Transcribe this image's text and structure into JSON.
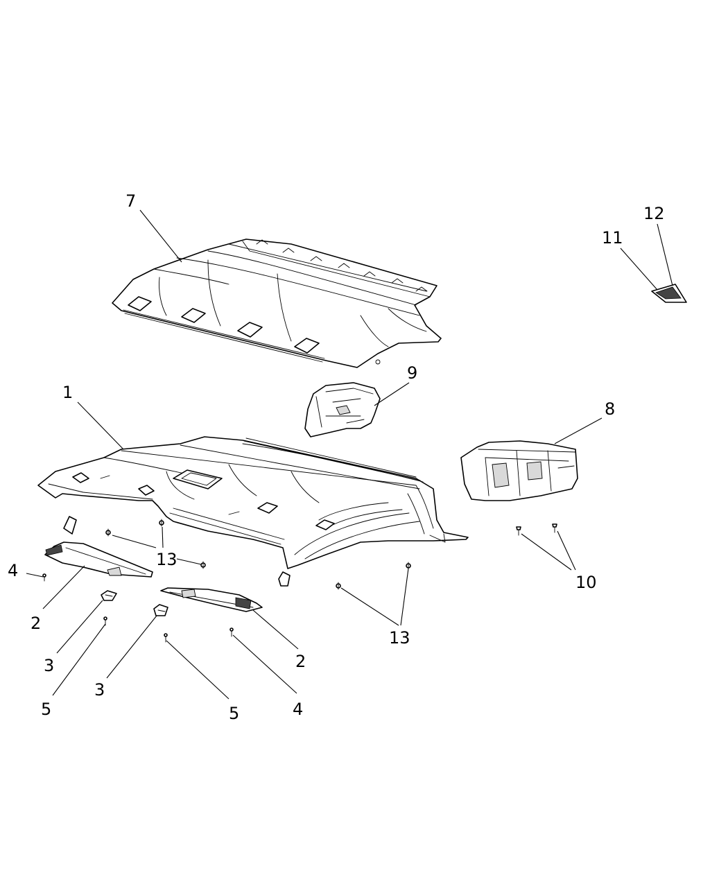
{
  "callouts": {
    "c1": "1",
    "c2a": "2",
    "c2b": "2",
    "c3a": "3",
    "c3b": "3",
    "c4a": "4",
    "c4b": "4",
    "c5a": "5",
    "c5b": "5",
    "c7": "7",
    "c8": "8",
    "c9": "9",
    "c10": "10",
    "c11": "11",
    "c12": "12",
    "c13a": "13",
    "c13b": "13"
  }
}
